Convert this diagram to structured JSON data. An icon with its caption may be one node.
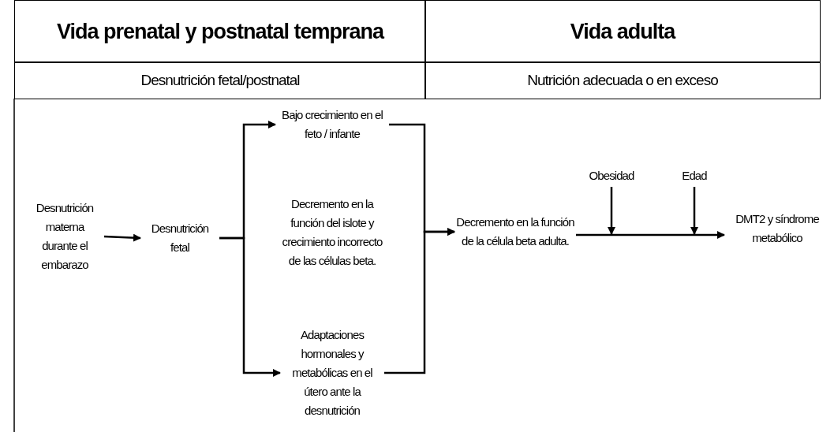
{
  "diagram": {
    "nodes": [
      {
        "text": [
          "Desnutrición materna durante el embarazo"
        ]
      },
      {
        "text": [
          "Desnutrición fetal"
        ]
      },
      {
        "text": [
          "Bajo crecimiento en el feto / infante"
        ]
      },
      {
        "text": [
          "Decremento en la función del islote y crecimiento incorrecto de las células beta."
        ]
      },
      {
        "text": [
          "Adaptaciones hormonales y metabólicas en el útero ante la desnutrición"
        ]
      },
      {
        "text": [
          "Decremento en la función de la célula beta adulta."
        ]
      },
      {
        "text": [
          "Obesidad"
        ]
      },
      {
        "text": [
          "Edad"
        ]
      },
      {
        "text": [
          "DMT2 y síndrome metabólico"
        ]
      }
    ],
    "edges": [
      {
        "from": 0,
        "to": 1,
        "arrow": "to"
      },
      {
        "from": 1,
        "to": 2,
        "arrow": "to"
      },
      {
        "from": 1,
        "to": 4,
        "arrow": "to"
      },
      {
        "from": 2,
        "to": 5,
        "arrow": "to"
      },
      {
        "from": 4,
        "to": 5,
        "arrow": "to"
      },
      {
        "from": 5,
        "to": 8,
        "arrow": "to"
      },
      {
        "from": 6,
        "to": null,
        "arrow": "to"
      },
      {
        "from": 7,
        "to": null,
        "arrow": "to"
      }
    ],
    "labels": [
      "Vida prenatal y postnatal temprana",
      "Vida adulta",
      "Desnutrición fetal/postnatal",
      "Nutrición adecuada o en exceso"
    ]
  }
}
